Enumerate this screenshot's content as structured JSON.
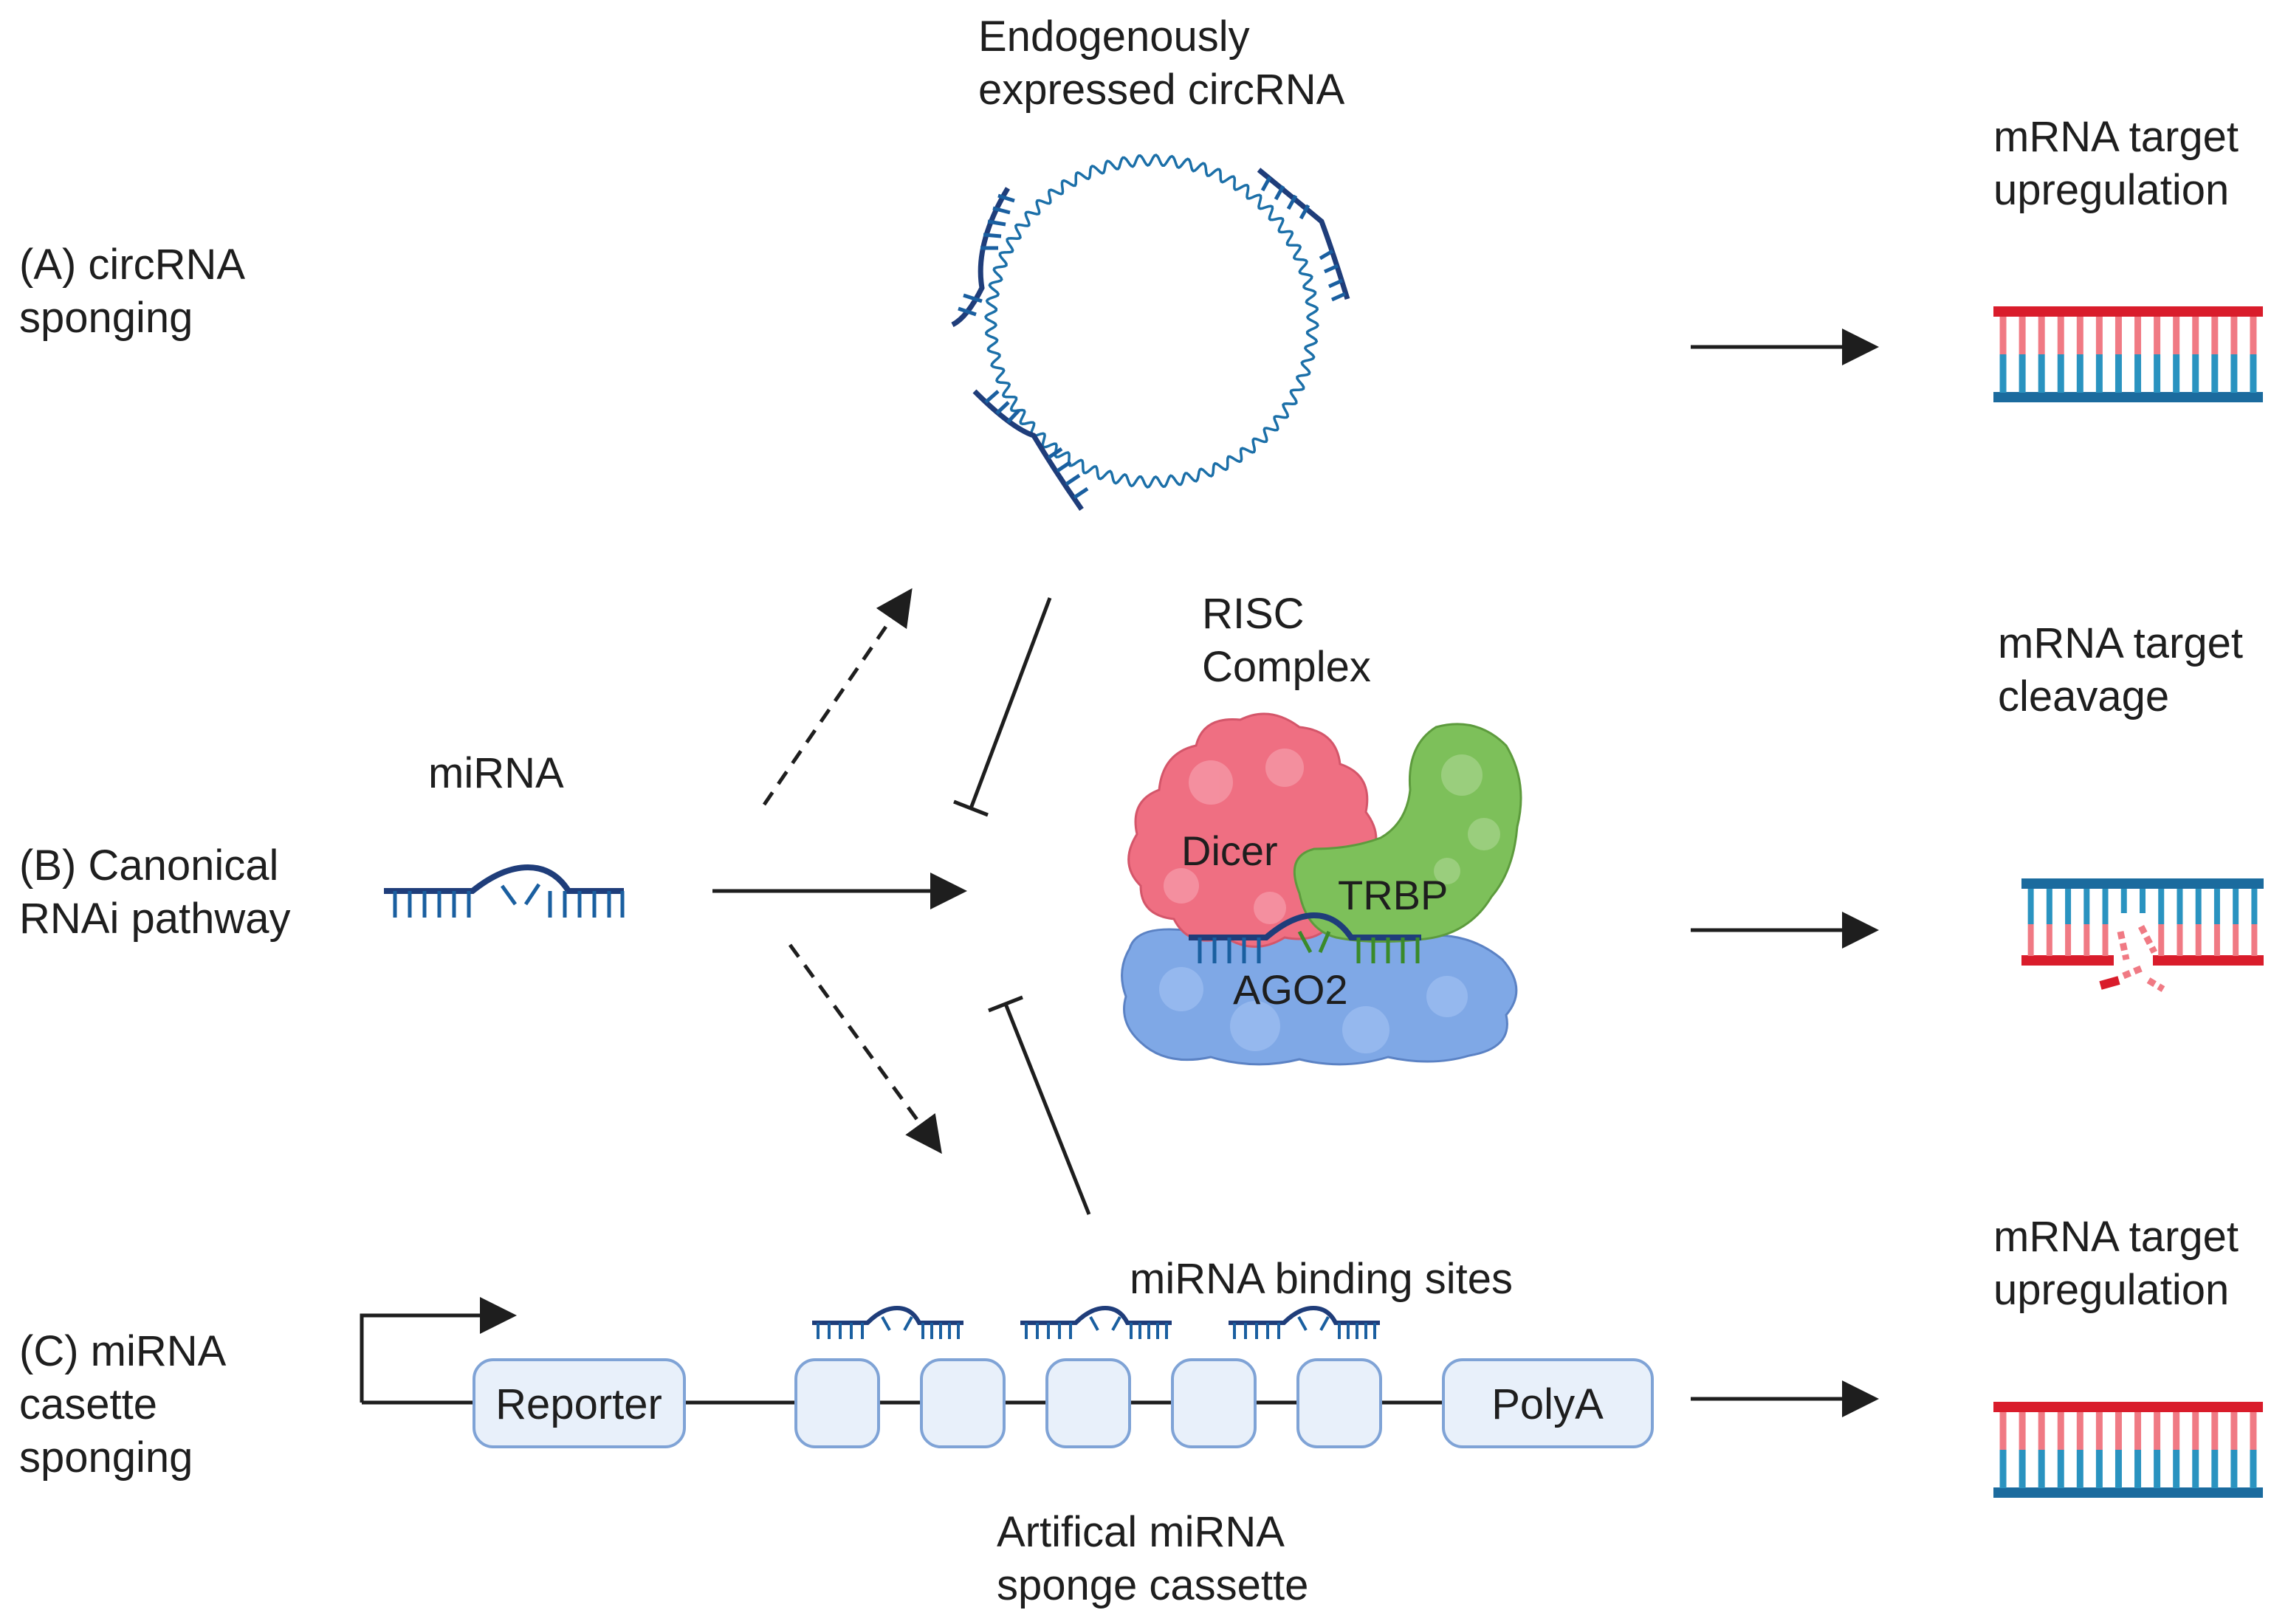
{
  "rows": {
    "a": "(A) circRNA\nsponging",
    "b": "(B) Canonical\nRNAi pathway",
    "c": "(C) miRNA\ncasette\nsponging"
  },
  "circrna": {
    "title": "Endogenously\nexpressed circRNA"
  },
  "mirna": {
    "title": "miRNA"
  },
  "risc": {
    "title": "RISC\nComplex",
    "dicer": "Dicer",
    "trbp": "TRBP",
    "ago2": "AGO2"
  },
  "cassette": {
    "binding_sites": "miRNA binding sites",
    "reporter": "Reporter",
    "polya": "PolyA",
    "caption": "Artifical miRNA\nsponge cassette"
  },
  "outcomes": {
    "top": "mRNA target\nupregulation",
    "middle": "mRNA target\ncleavage",
    "bottom": "mRNA target\nupregulation"
  },
  "colors": {
    "mirna_dark": "#1f3d7a",
    "mirna_blue": "#1a5fa0",
    "circ_blue": "#1b6fa8",
    "mrna_red": "#d91c2b",
    "mrna_pink": "#f07a84",
    "mrna_blue": "#1b6b9e",
    "mrna_teal": "#2a93c0",
    "dicer": "#ef6f82",
    "trbp": "#7dc05a",
    "ago2": "#7fa8e6",
    "box_fill": "#e8f0fa",
    "box_stroke": "#7fa3d6"
  }
}
